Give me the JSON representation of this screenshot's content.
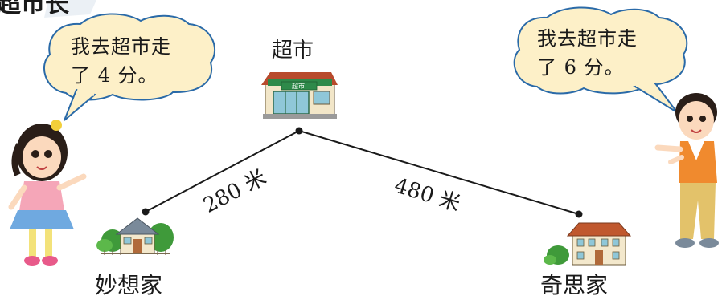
{
  "header_fragment": "超市长",
  "left_bubble": {
    "line1": "我去超市走",
    "line2": "了 4 分。"
  },
  "right_bubble": {
    "line1": "我去超市走",
    "line2": "了 6 分。"
  },
  "places": {
    "supermarket": "超市",
    "supermarket_sign": "超市",
    "miaoxiang_home": "妙想家",
    "qisi_home": "奇思家"
  },
  "distances": {
    "left": "280 米",
    "right": "480 米"
  },
  "colors": {
    "bubble_fill": "#fdf0c8",
    "bubble_stroke": "#2a6aa8",
    "route_line": "#1a1a1a"
  }
}
